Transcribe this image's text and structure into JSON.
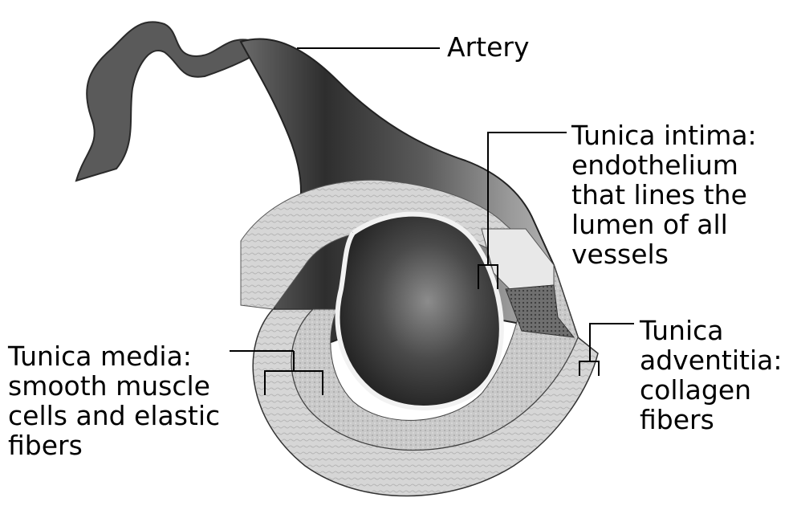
{
  "labels": {
    "artery": "Artery",
    "intima": [
      "Tunica intima:",
      "endothelium",
      "that lines the",
      "lumen of all",
      "vessels"
    ],
    "media": [
      "Tunica media:",
      "smooth muscle",
      "cells and elastic",
      "fibers"
    ],
    "adventitia": [
      "Tunica",
      "adventitia:",
      "collagen",
      "fibers"
    ]
  },
  "colors": {
    "line": "#000000",
    "vessel_dark": "#3a3a3a",
    "vessel_mid": "#8a8a8a",
    "vessel_light": "#d9d9d9"
  }
}
